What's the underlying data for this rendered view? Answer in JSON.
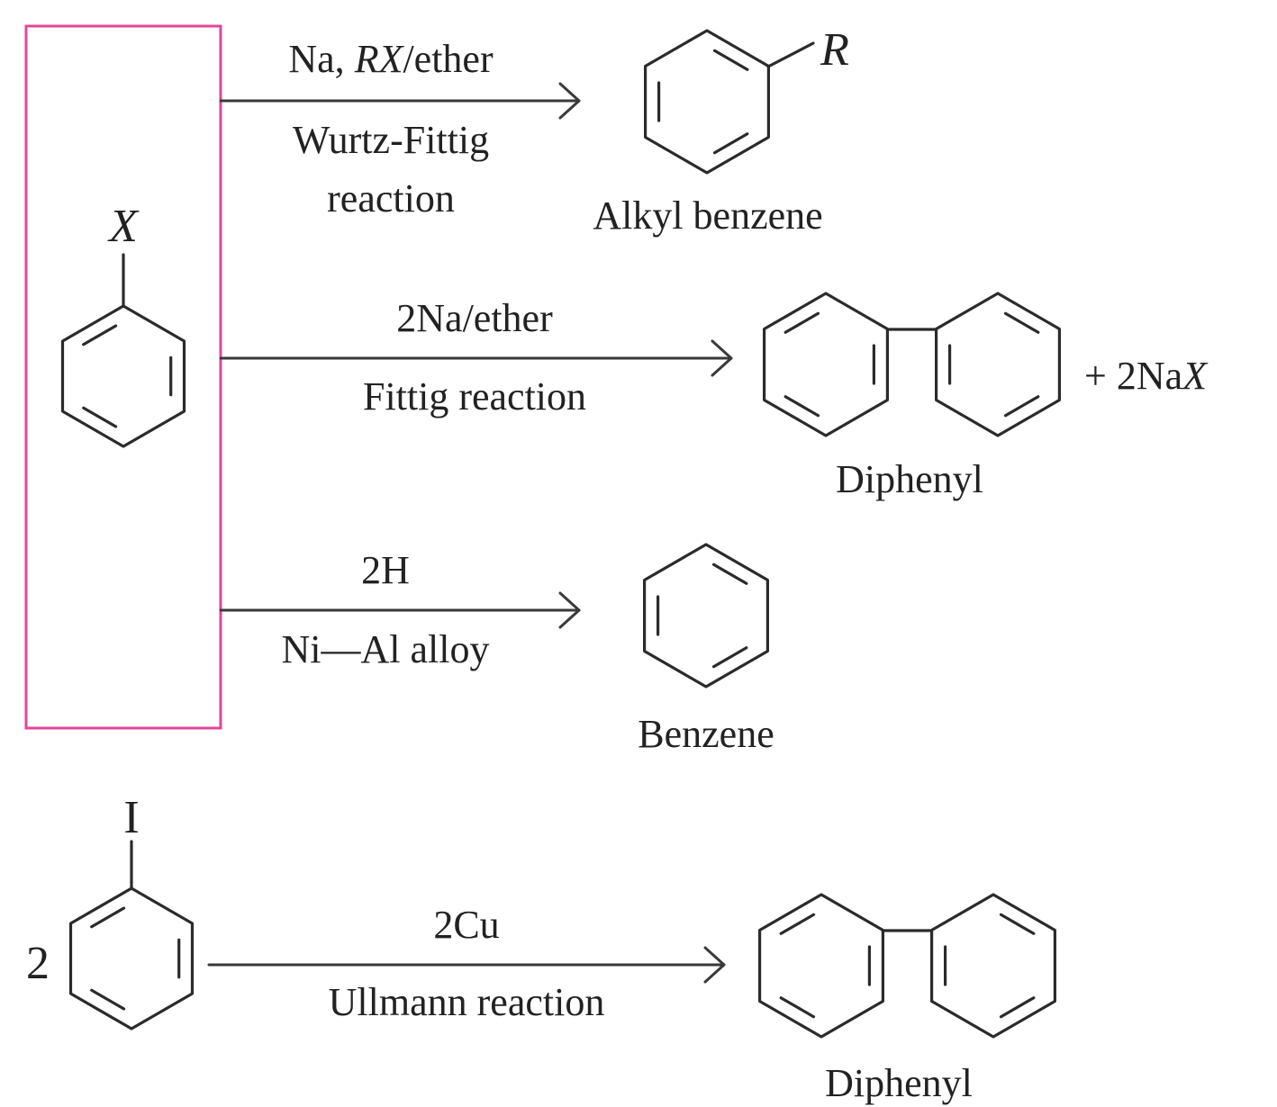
{
  "colors": {
    "box": "#e0479a",
    "ink": "#222222"
  },
  "reactant": {
    "substituent": "X"
  },
  "reactions": [
    {
      "reagent_pre": "Na, ",
      "reagent_italic": "RX",
      "reagent_post": "/ether",
      "name_line1": "Wurtz-Fittig",
      "name_line2": "reaction",
      "product_substituent": "R",
      "product": "Alkyl benzene"
    },
    {
      "reagent": "2Na/ether",
      "name": "Fittig reaction",
      "byproduct_pre": "+ 2Na",
      "byproduct_italic": "X",
      "product": "Diphenyl"
    },
    {
      "reagent": "2H",
      "name": "Ni—Al alloy",
      "product": "Benzene"
    }
  ],
  "ullmann": {
    "coefficient": "2",
    "halogen": "I",
    "reagent": "2Cu",
    "name": "Ullmann reaction",
    "product": "Diphenyl"
  }
}
